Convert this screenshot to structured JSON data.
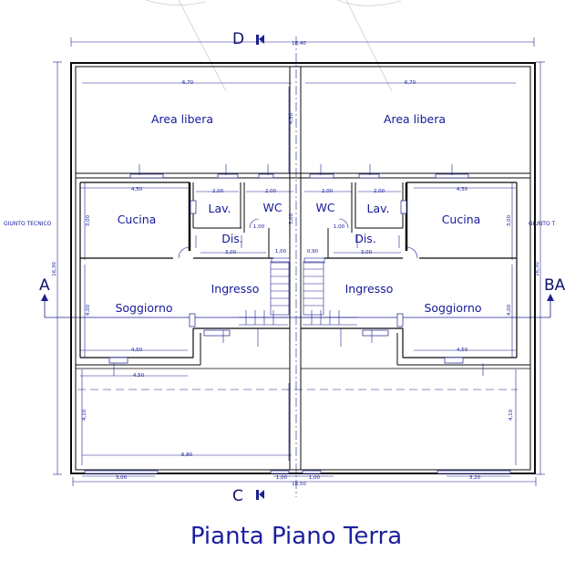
{
  "title": "Pianta Piano Terra",
  "colors": {
    "line": "#1b1f8f",
    "wall": "#0a0a0a",
    "text": "#15199a"
  },
  "section_marks": {
    "top": "D",
    "bottom": "C",
    "left": "A",
    "right": "BA"
  },
  "rooms": {
    "area_left": "Area libera",
    "area_right": "Area libera",
    "cucina_left": "Cucina",
    "cucina_right": "Cucina",
    "lav_left": "Lav.",
    "lav_right": "Lav.",
    "wc_left": "WC",
    "wc_right": "WC",
    "dis_left": "Dis.",
    "dis_right": "Dis.",
    "ingresso_left": "Ingresso",
    "ingresso_right": "Ingresso",
    "soggiorno_left": "Soggiorno",
    "soggiorno_right": "Soggiorno"
  },
  "notes": {
    "giunto_left": "GIUNTO TECNICO",
    "giunto_right": "GIUNTO T"
  },
  "dimensions": {
    "overall_top": "18,40",
    "overall_bottom": "18,50",
    "area_left": "6,70",
    "area_right": "6,70",
    "kitchen_left": "4,50",
    "kitchen_right": "4,50",
    "lav_left": "2,00",
    "wc_left": "2,00",
    "wc_right": "2,00",
    "lav_right": "2,00",
    "dis_left": "3,00",
    "dis_right": "3,00",
    "passage_left": "1,00",
    "passage_right": "1,00",
    "living_left": "4,50",
    "living_right": "4,50",
    "porch_left": "4,50",
    "kitchen_depth_left": "3,00",
    "kitchen_depth_right": "3,00",
    "living_depth_left": "4,00",
    "living_depth_right": "4,00",
    "total_depth_left": "16,30",
    "total_depth_right": "16,30",
    "garden_depth_left": "4,10",
    "garden_depth_right": "4,10",
    "garden_width": "6,80",
    "bottom_left": "3,00",
    "bottom_mid_left": "1,00",
    "bottom_mid_right": "1,00",
    "bottom_right": "3,20",
    "center_depth": "4,50",
    "center_stair": "3,00",
    "window_a": "0,90",
    "window_b": "1,00"
  }
}
